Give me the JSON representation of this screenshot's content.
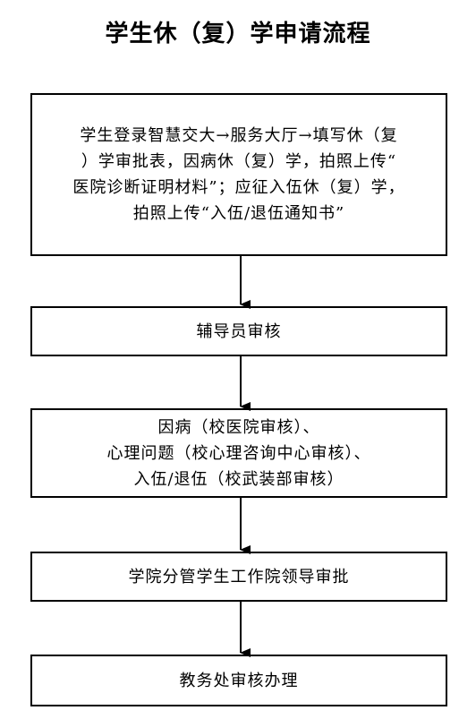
{
  "title": "学生休（复）学申请流程",
  "steps": [
    {
      "lines": [
        "学生登录智慧交大→服务大厅→填写休（复",
        "）学审批表，因病休（复）学，拍照上传“",
        "医院诊断证明材料”；应征入伍休（复）学，",
        "拍照上传“入伍/退伍通知书”"
      ]
    },
    {
      "lines": [
        "辅导员审核"
      ]
    },
    {
      "lines": [
        "因病（校医院审核）、",
        "心理问题（校心理咨询中心审核）、",
        "入伍/退伍（校武装部审核）"
      ]
    },
    {
      "lines": [
        "学院分管学生工作院领导审批"
      ]
    },
    {
      "lines": [
        "教务处审核办理"
      ]
    }
  ],
  "colors": {
    "stroke": "#000000",
    "background": "#ffffff"
  }
}
